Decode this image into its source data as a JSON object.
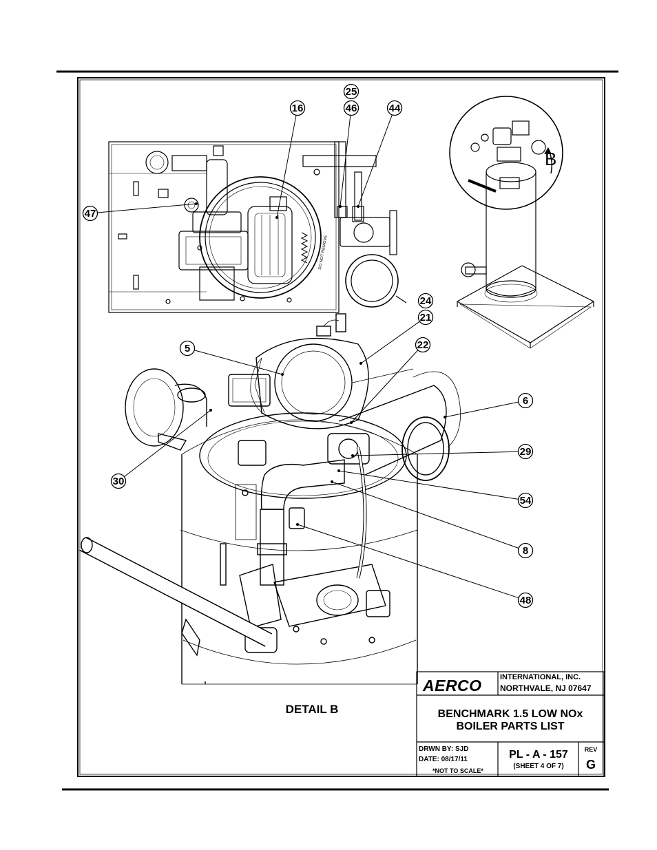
{
  "callouts": [
    {
      "label": "25"
    },
    {
      "label": "16"
    },
    {
      "label": "46"
    },
    {
      "label": "44"
    },
    {
      "label": "47"
    },
    {
      "label": "24"
    },
    {
      "label": "21"
    },
    {
      "label": "5"
    },
    {
      "label": "22"
    },
    {
      "label": "6"
    },
    {
      "label": "29"
    },
    {
      "label": "30"
    },
    {
      "label": "54"
    },
    {
      "label": "8"
    },
    {
      "label": "48"
    }
  ],
  "arrow_marker": "B",
  "warning_stencil": "DO NOT REMOVE",
  "detail_label": "DETAIL B",
  "title_block": {
    "company": "AERCO",
    "address_line1": "INTERNATIONAL, INC.",
    "address_line2": "NORTHVALE, NJ 07647",
    "title_line1": "BENCHMARK 1.5 LOW NOx",
    "title_line2": "BOILER PARTS LIST",
    "drawn_by": "DRWN BY: SJD",
    "date": "DATE: 08/17/11",
    "scale_note": "*NOT TO SCALE*",
    "part_number": "PL - A - 157",
    "sheet": "(SHEET 4 OF 7)",
    "rev_label": "REV",
    "rev": "G"
  }
}
